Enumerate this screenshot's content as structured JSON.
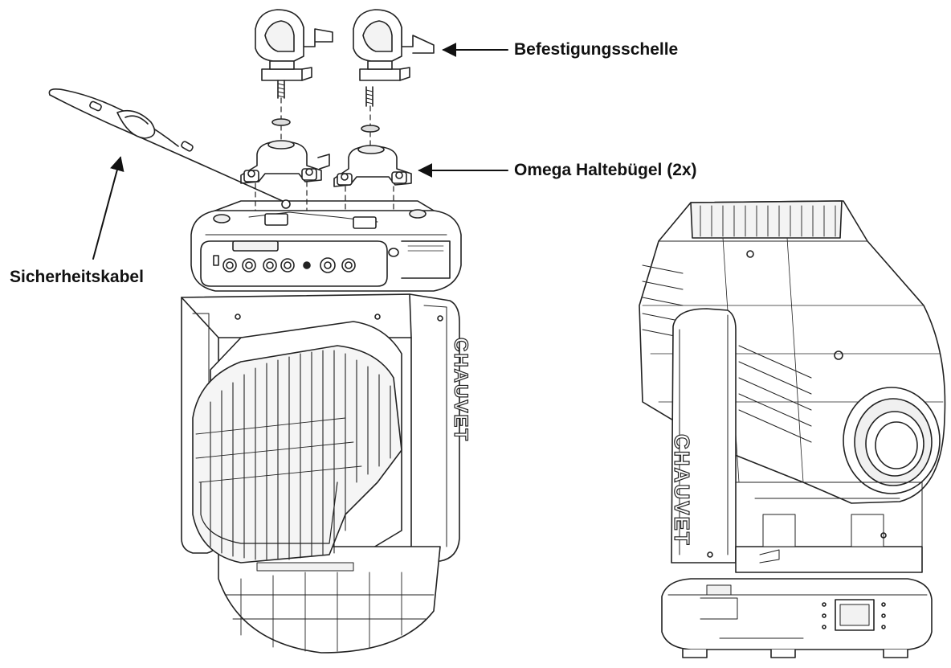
{
  "callouts": {
    "mounting_clamp": "Befestigungsschelle",
    "omega_bracket": "Omega Haltebügel (2x)",
    "safety_cable": "Sicherheitskabel"
  },
  "brand": {
    "side_label_front": "CHAUVET",
    "side_label_rear": "CHAUVET"
  },
  "colors": {
    "line": "#222222",
    "background": "#ffffff",
    "shade": "#e9e9e9"
  }
}
